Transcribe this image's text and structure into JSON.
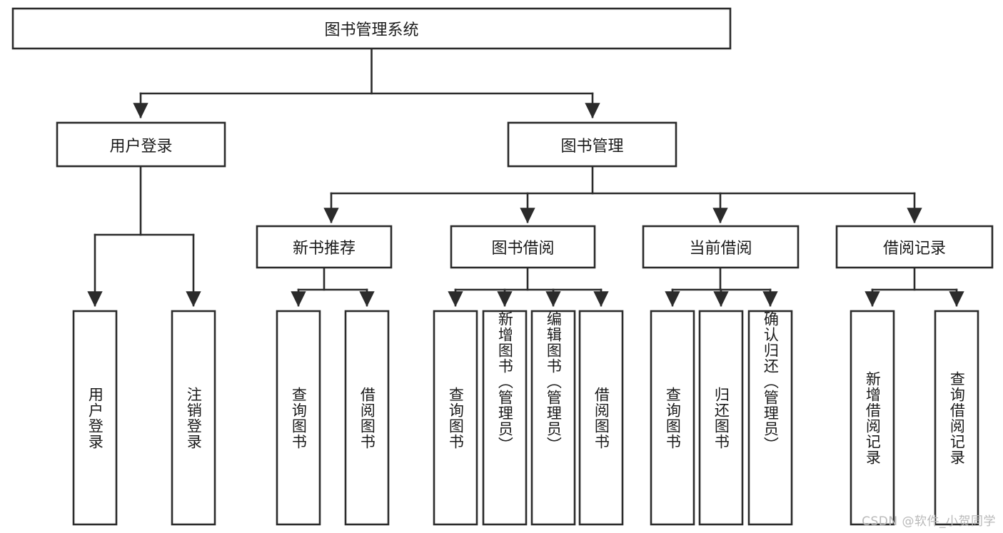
{
  "diagram": {
    "title": "图书管理系统",
    "type": "tree-hierarchy-chart",
    "root": {
      "label": "图书管理系统",
      "orientation": "horizontal"
    },
    "level2": [
      {
        "label": "用户登录",
        "orientation": "horizontal"
      },
      {
        "label": "图书管理",
        "orientation": "horizontal"
      }
    ],
    "level3": [
      {
        "label": "新书推荐",
        "orientation": "horizontal"
      },
      {
        "label": "图书借阅",
        "orientation": "horizontal"
      },
      {
        "label": "当前借阅",
        "orientation": "horizontal"
      },
      {
        "label": "借阅记录",
        "orientation": "horizontal"
      }
    ],
    "leaves_user_login": [
      {
        "label": "用户登录",
        "orientation": "vertical"
      },
      {
        "label": "注销登录",
        "orientation": "vertical"
      }
    ],
    "leaves_new_book": [
      {
        "label": "查询图书",
        "orientation": "vertical"
      },
      {
        "label": "借阅图书",
        "orientation": "vertical"
      }
    ],
    "leaves_borrow": [
      {
        "label": "查询图书",
        "orientation": "vertical"
      },
      {
        "label": "新增图书（管理员）",
        "orientation": "vertical"
      },
      {
        "label": "编辑图书（管理员）",
        "orientation": "vertical"
      },
      {
        "label": "借阅图书",
        "orientation": "vertical"
      }
    ],
    "leaves_current": [
      {
        "label": "查询图书",
        "orientation": "vertical"
      },
      {
        "label": "归还图书",
        "orientation": "vertical"
      },
      {
        "label": "确认归还（管理员）",
        "orientation": "vertical"
      }
    ],
    "leaves_records": [
      {
        "label": "新增借阅记录",
        "orientation": "vertical"
      },
      {
        "label": "查询借阅记录",
        "orientation": "vertical"
      }
    ],
    "colors": {
      "box_stroke": "#2b2b2b",
      "box_fill": "#ffffff",
      "text": "#1a1a1a",
      "background": "#ffffff",
      "watermark": "#b9b9b9"
    }
  },
  "watermark": {
    "text": "CSDN @软件_小贺同学"
  }
}
